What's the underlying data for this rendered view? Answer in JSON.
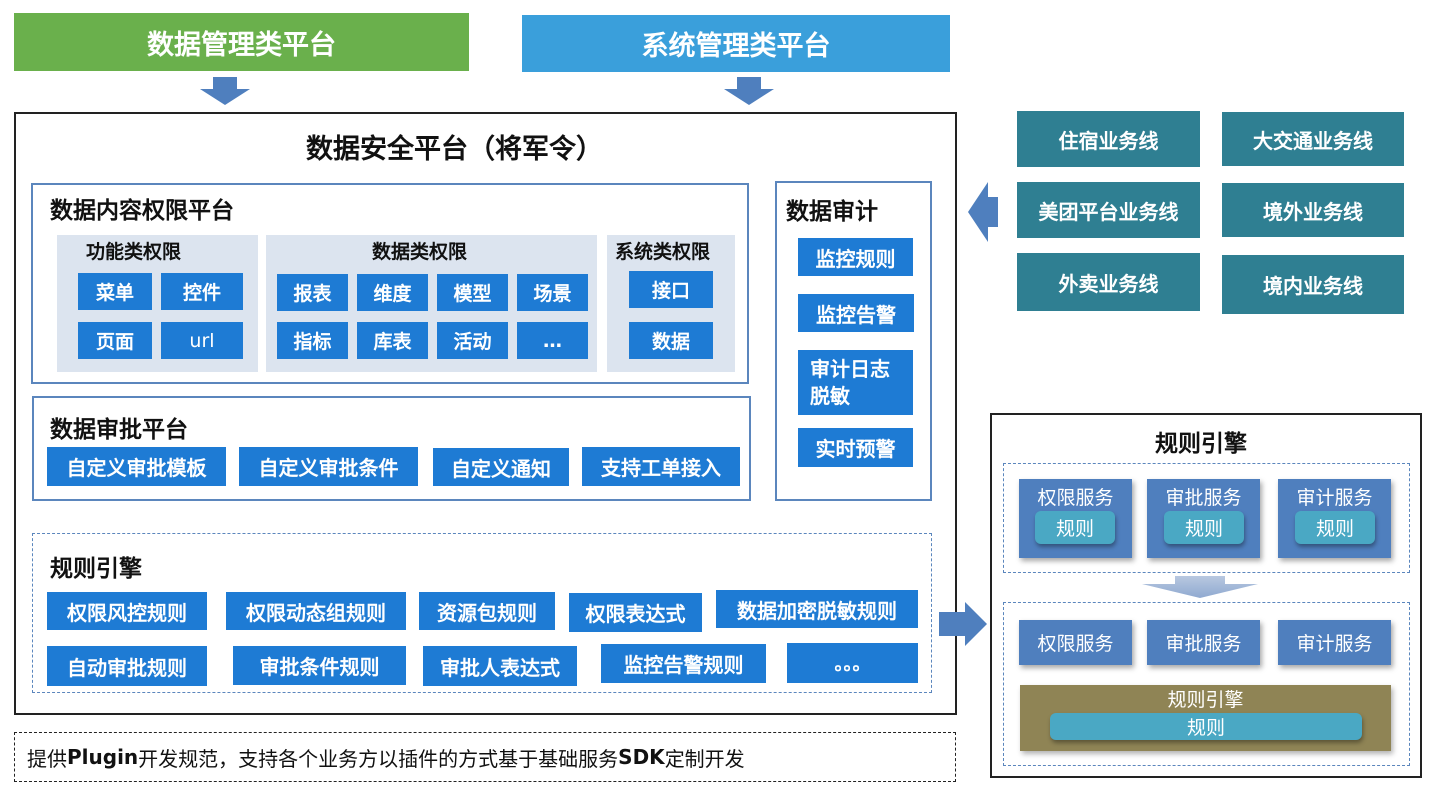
{
  "colors": {
    "data_mgmt_green": "#6ab04c",
    "sys_mgmt_blue": "#3a9fdb",
    "button_blue": "#1e7bd4",
    "business_teal": "#2f7f92",
    "service_blue": "#4f7fbe",
    "rule_teal": "#4aa8c4",
    "engine_olive": "#8f8455",
    "group_bg": "#dce4ef",
    "arrow_blue": "#4f7fbe"
  },
  "top_banners": {
    "data_mgmt": "数据管理类平台",
    "sys_mgmt": "系统管理类平台"
  },
  "security_platform": {
    "title": "数据安全平台（将军令）",
    "content_permission": {
      "title": "数据内容权限平台",
      "groups": [
        {
          "title": "功能类权限",
          "items": [
            "菜单",
            "控件",
            "页面",
            "url"
          ]
        },
        {
          "title": "数据类权限",
          "items": [
            "报表",
            "维度",
            "模型",
            "场景",
            "指标",
            "库表",
            "活动",
            "…"
          ]
        },
        {
          "title": "系统类权限",
          "items": [
            "接口",
            "数据"
          ]
        }
      ]
    },
    "approval": {
      "title": "数据审批平台",
      "items": [
        "自定义审批模板",
        "自定义审批条件",
        "自定义通知",
        "支持工单接入"
      ]
    },
    "audit": {
      "title": "数据审计",
      "items": [
        "监控规则",
        "监控告警",
        "审计日志\n脱敏",
        "实时预警"
      ]
    },
    "rule_engine": {
      "title": "规则引擎",
      "row1": [
        "权限风控规则",
        "权限动态组规则",
        "资源包规则",
        "权限表达式",
        "数据加密脱敏规则"
      ],
      "row2": [
        "自动审批规则",
        "审批条件规则",
        "审批人表达式",
        "监控告警规则",
        "。。。"
      ]
    }
  },
  "plugin_note": {
    "prefix": "提供",
    "bold1": "Plugin",
    "middle": "开发规范，支持各个业务方以插件的方式基于基础服务",
    "bold2": "SDK",
    "suffix": "定制开发"
  },
  "business_lines": [
    "住宿业务线",
    "大交通业务线",
    "美团平台业务线",
    "境外业务线",
    "外卖业务线",
    "境内业务线"
  ],
  "rule_engine_panel": {
    "title": "规则引擎",
    "top_services": [
      {
        "name": "权限服务",
        "rule": "规则"
      },
      {
        "name": "审批服务",
        "rule": "规则"
      },
      {
        "name": "审计服务",
        "rule": "规则"
      }
    ],
    "bottom_services": [
      "权限服务",
      "审批服务",
      "审计服务"
    ],
    "engine_label": "规则引擎",
    "engine_rule": "规则"
  }
}
